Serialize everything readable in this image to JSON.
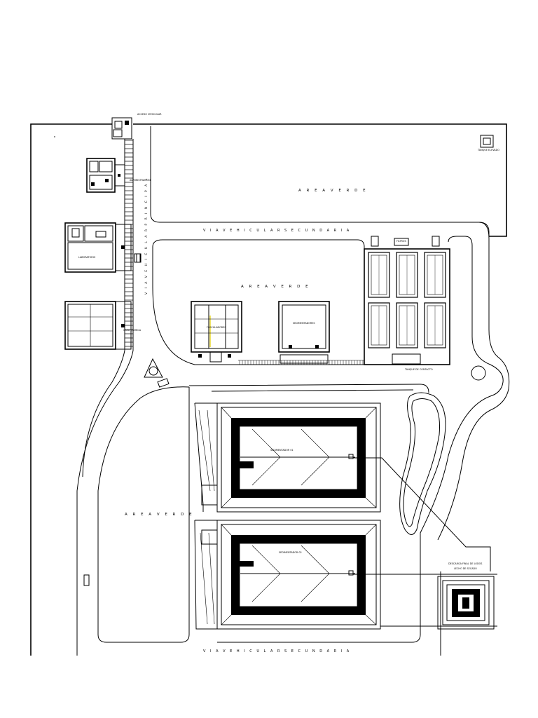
{
  "drawing": {
    "labels": {
      "area_verde": "A R E A   V E R D E",
      "via_secundaria": "V I A   V E H I C U L A R   S E C U N D A R I A",
      "via_principal": "V I A   V E H I C U L A R   P R I N C I P A L",
      "acceso_vehicular": "ACCESO VEHICULAR",
      "tanque_elevado": "TANQUE ELEVADO",
      "filtros": "FILTROS",
      "floculadores": "FLOCULADORES",
      "sedimentadores": "SEDIMENTADORES",
      "tanque_contacto": "TANQUE DE CONTACTO",
      "sedimentador_1": "SEDIMENTADOR 01",
      "sedimentador_2": "SEDIMENTADOR 02",
      "descarga_final": "DESCARGA FINAL DE LODOS",
      "lecho_secado": "LECHO DE SECADO",
      "administracion": "ADMINISTRACION",
      "laboratorio": "LABORATORIO",
      "casa_quimica": "CASA QUIMICA"
    }
  }
}
